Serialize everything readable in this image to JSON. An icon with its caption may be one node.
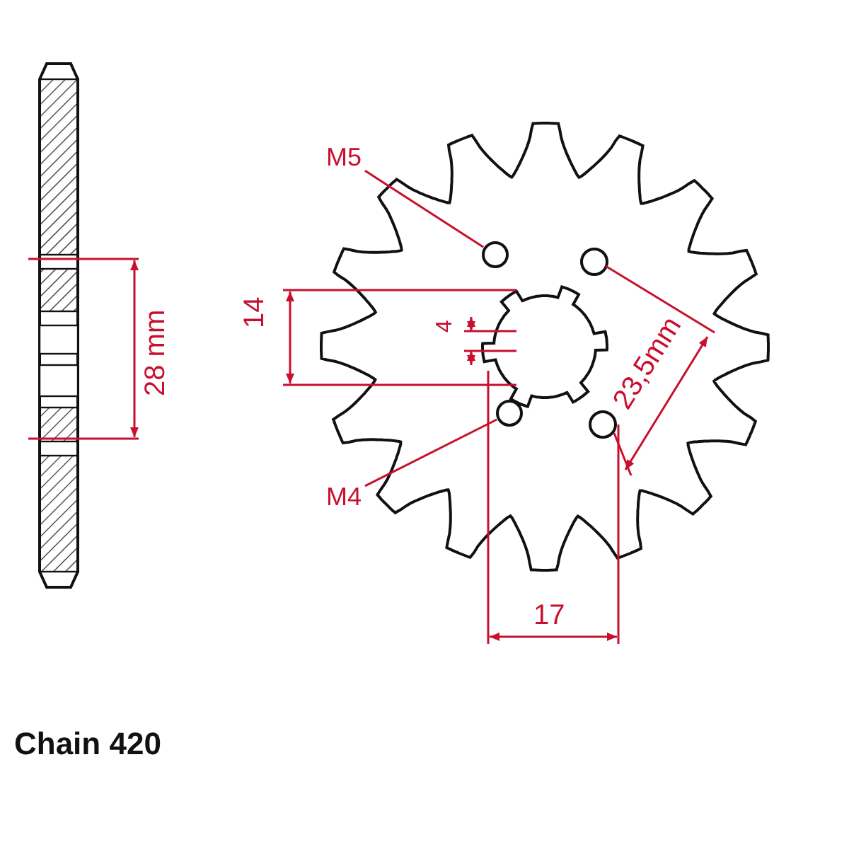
{
  "diagram": {
    "nodes": [
      {
        "text": [
          "M5"
        ]
      },
      {
        "text": [],
        "shape": "circle"
      },
      {
        "text": [
          "M4"
        ]
      },
      {
        "text": [],
        "shape": "circle"
      }
    ],
    "edges": [
      {
        "from": 0,
        "to": 1,
        "arrow": "none"
      },
      {
        "from": 2,
        "to": 3,
        "arrow": "none"
      }
    ],
    "labels": [
      "28 mm",
      "14",
      "4",
      "23,5mm",
      "17",
      "Chain 420"
    ]
  }
}
